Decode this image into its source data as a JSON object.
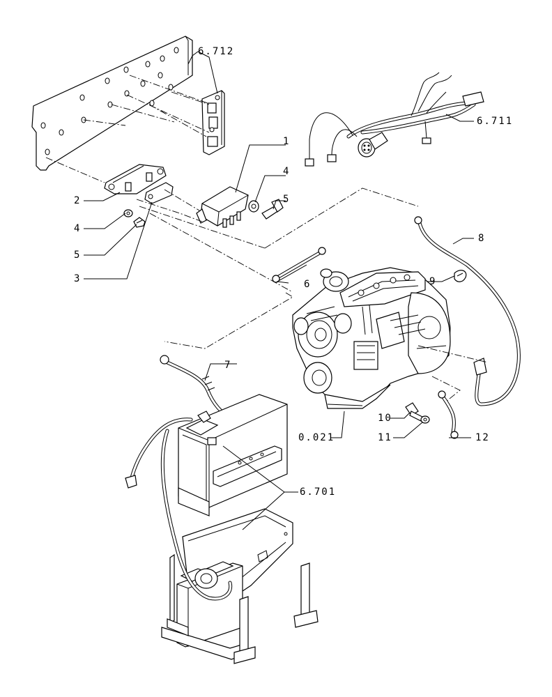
{
  "callouts": {
    "c1": "1",
    "c2": "2",
    "c3": "3",
    "c4a": "4",
    "c4b": "4",
    "c5a": "5",
    "c5b": "5",
    "c6": "6",
    "c7": "7",
    "c8": "8",
    "c9": "9",
    "c10": "10",
    "c11": "11",
    "c12": "12",
    "ref_6712": "6.712",
    "ref_6711": "6.711",
    "ref_0021": "0.021",
    "ref_6701": "6.701"
  }
}
